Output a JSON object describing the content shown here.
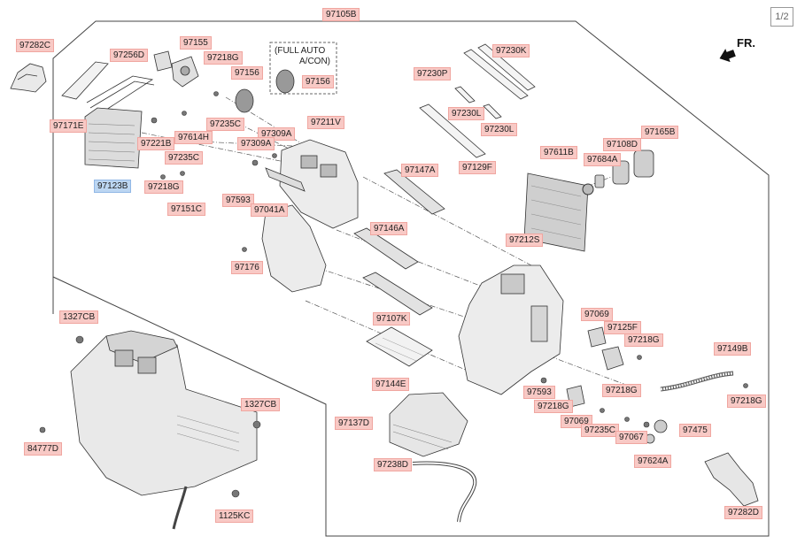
{
  "page_indicator": "1/2",
  "direction_label": "FR.",
  "note": {
    "line1": "(FULL AUTO",
    "line2": "A/CON)"
  },
  "labels": {
    "l97105B": "97105B",
    "l97282C": "97282C",
    "l97256D": "97256D",
    "l97155": "97155",
    "l97218G_a": "97218G",
    "l97156_a": "97156",
    "l97156_b": "97156",
    "l97230K": "97230K",
    "l97230P": "97230P",
    "l97230L_a": "97230L",
    "l97230L_b": "97230L",
    "l97129F": "97129F",
    "l97171E": "97171E",
    "l97235C_a": "97235C",
    "l97614H": "97614H",
    "l97221B": "97221B",
    "l97235C_b": "97235C",
    "l97218G_b": "97218G",
    "l97123B": "97123B",
    "l97151C": "97151C",
    "l97309A_a": "97309A",
    "l97309A_b": "97309A",
    "l97211V": "97211V",
    "l97147A": "97147A",
    "l97593_a": "97593",
    "l97041A": "97041A",
    "l97611B": "97611B",
    "l97108D": "97108D",
    "l97165B": "97165B",
    "l97684A": "97684A",
    "l97146A": "97146A",
    "l97212S": "97212S",
    "l97176": "97176",
    "l97107K": "97107K",
    "l97069_a": "97069",
    "l97125F": "97125F",
    "l97218G_c": "97218G",
    "l97149B": "97149B",
    "l1327CB_a": "1327CB",
    "l97144E": "97144E",
    "l97593_b": "97593",
    "l97218G_d": "97218G",
    "l97218G_e": "97218G",
    "l97218G_f": "97218G",
    "l1327CB_b": "1327CB",
    "l97137D": "97137D",
    "l97069_b": "97069",
    "l97235C_c": "97235C",
    "l97067": "97067",
    "l97475": "97475",
    "l84777D": "84777D",
    "l97624A": "97624A",
    "l97238D": "97238D",
    "l1125KC": "1125KC",
    "l97282D": "97282D"
  }
}
